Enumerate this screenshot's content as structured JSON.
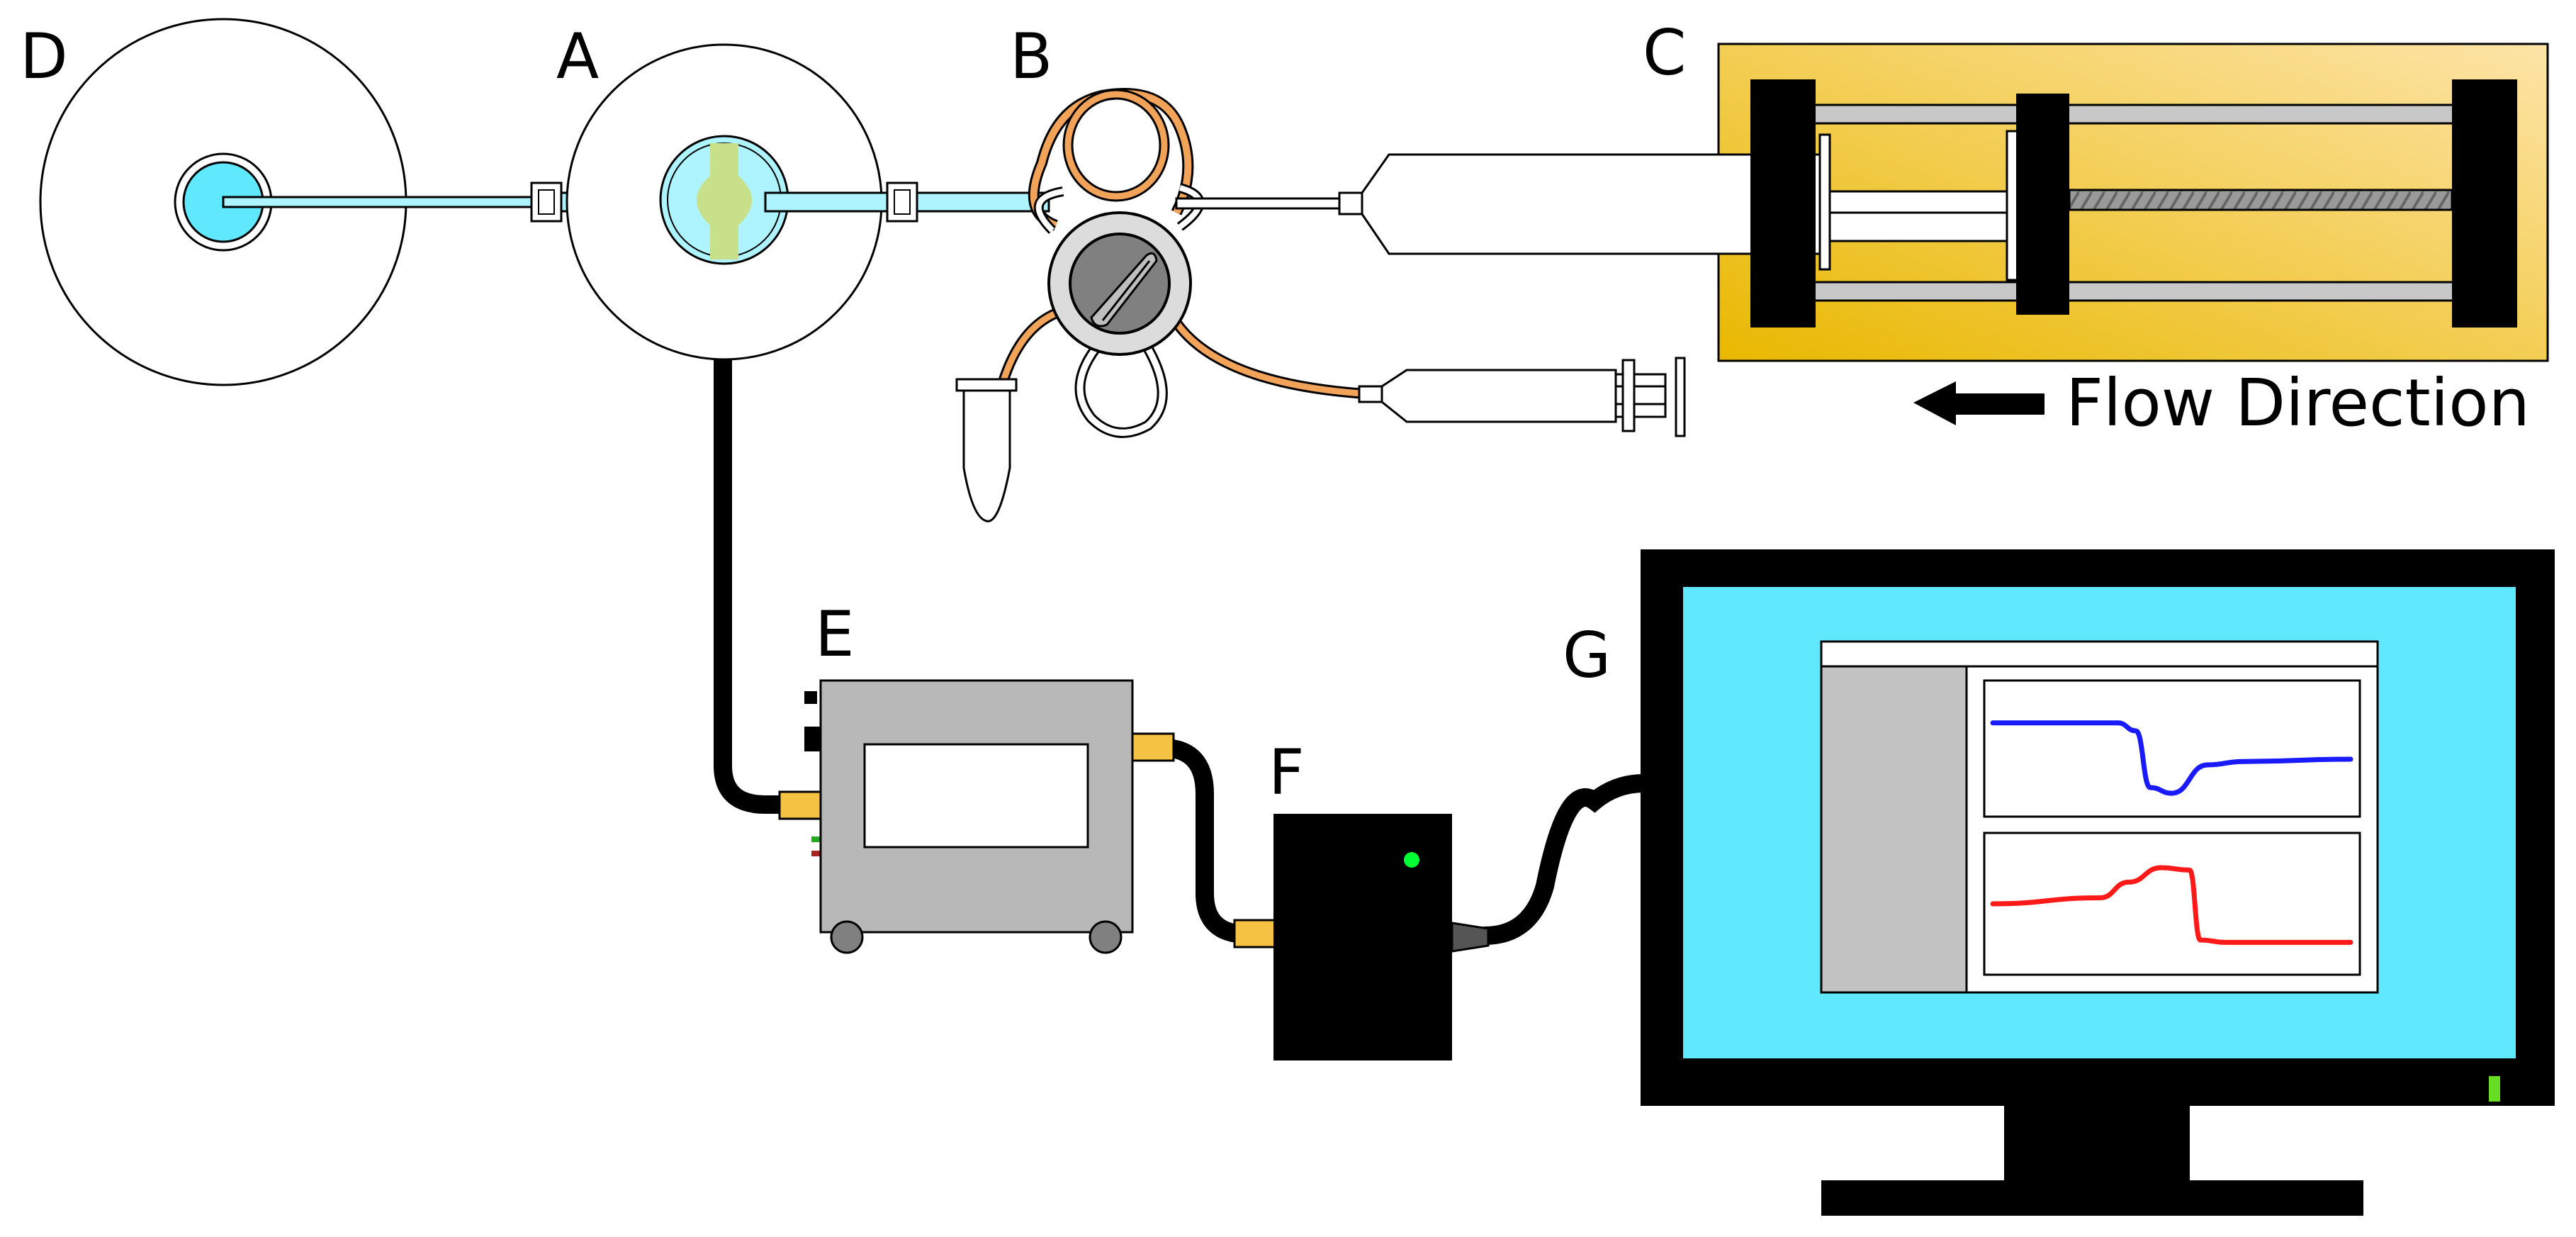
{
  "labels": {
    "a": "A",
    "b": "B",
    "c": "C",
    "d": "D",
    "e": "E",
    "f": "F",
    "g": "G"
  },
  "flow_direction": "Flow Direction",
  "colors": {
    "accent_cyan": "#5fe8ff",
    "pump_gold": "#e9b800",
    "tubing_orange": "#f2a35a",
    "connector_yellow": "#f6c244",
    "device_gray": "#b8b8b8",
    "trace_blue": "#1a1aff",
    "trace_red": "#ff1a1a",
    "status_green": "#00ff33",
    "power_led_green": "#66dd22"
  },
  "icons": {
    "flow_arrow": "arrow-left-icon",
    "status_led": "led-icon"
  },
  "traces": {
    "top": [
      [
        0,
        0.72
      ],
      [
        0.35,
        0.72
      ],
      [
        0.4,
        0.65
      ],
      [
        0.44,
        0.15
      ],
      [
        0.5,
        0.1
      ],
      [
        0.6,
        0.35
      ],
      [
        0.7,
        0.38
      ],
      [
        1,
        0.4
      ]
    ],
    "bottom": [
      [
        0,
        0.5
      ],
      [
        0.3,
        0.55
      ],
      [
        0.38,
        0.68
      ],
      [
        0.47,
        0.8
      ],
      [
        0.55,
        0.78
      ],
      [
        0.58,
        0.2
      ],
      [
        0.65,
        0.18
      ],
      [
        1,
        0.18
      ]
    ]
  }
}
